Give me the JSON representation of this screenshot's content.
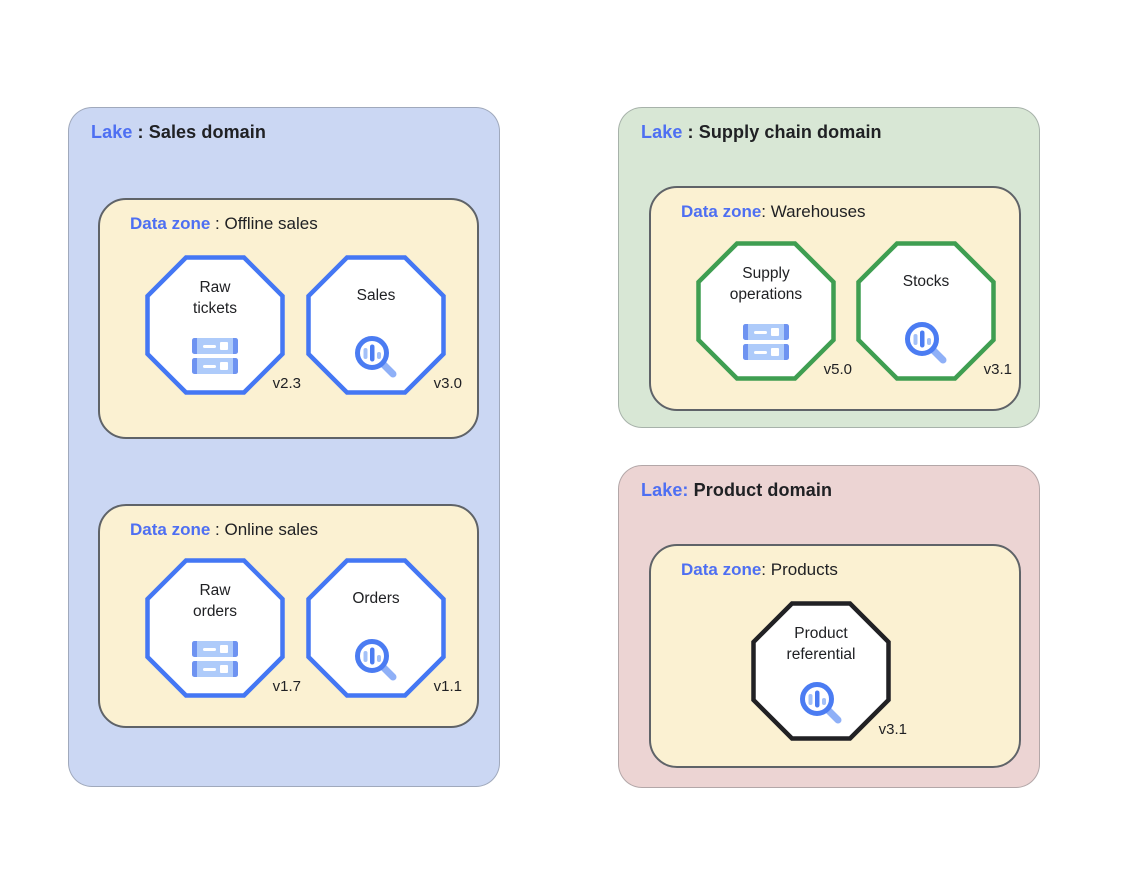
{
  "colors": {
    "keyword_blue": "#4e6ff2",
    "text_black": "#202124",
    "lake_sales_bg": "#cbd7f3",
    "lake_supply_bg": "#d8e7d5",
    "lake_product_bg": "#ecd4d3",
    "zone_bg": "#fbf1d2",
    "zone_border": "#5f6368",
    "octagon_sales_stroke": "#4477f4",
    "octagon_supply_stroke": "#3f9e51",
    "octagon_product_stroke": "#212124",
    "octagon_fill": "#ffffff",
    "icon_blue": "#4b7cf2",
    "icon_blue_light": "#8fb0f7",
    "icon_bar_light": "#a3c0f8"
  },
  "lakes": [
    {
      "title_keyword": "Lake",
      "title_rest": " : Sales domain",
      "zones": [
        {
          "title_keyword": "Data zone",
          "title_rest": " : Offline sales",
          "entities": [
            {
              "name": "Raw\ntickets",
              "icon": "storage-icon",
              "version": "v2.3"
            },
            {
              "name": "Sales",
              "icon": "search-insights-icon",
              "version": "v3.0"
            }
          ]
        },
        {
          "title_keyword": "Data zone",
          "title_rest": " : Online sales",
          "entities": [
            {
              "name": "Raw\norders",
              "icon": "storage-icon",
              "version": "v1.7"
            },
            {
              "name": "Orders",
              "icon": "search-insights-icon",
              "version": "v1.1"
            }
          ]
        }
      ]
    },
    {
      "title_keyword": "Lake",
      "title_rest": " : Supply chain domain",
      "zones": [
        {
          "title_keyword": "Data zone",
          "title_rest": ": Warehouses",
          "entities": [
            {
              "name": "Supply\noperations",
              "icon": "storage-icon",
              "version": "v5.0"
            },
            {
              "name": "Stocks",
              "icon": "search-insights-icon",
              "version": "v3.1"
            }
          ]
        }
      ]
    },
    {
      "title_keyword": "Lake:",
      "title_rest": " Product domain",
      "zones": [
        {
          "title_keyword": "Data zone",
          "title_rest": ": Products",
          "entities": [
            {
              "name": "Product\nreferential",
              "icon": "search-insights-icon",
              "version": "v3.1"
            }
          ]
        }
      ]
    }
  ]
}
